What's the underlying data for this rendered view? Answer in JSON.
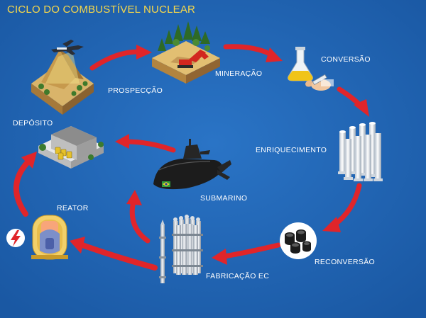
{
  "diagram": {
    "title": "CICLO DO COMBUSTÍVEL NUCLEAR",
    "stages": {
      "prospeccao": "PROSPECÇÃO",
      "mineracao": "MINERAÇÃO",
      "conversao": "CONVERSÃO",
      "enriquecimento": "ENRIQUECIMENTO",
      "reconversao": "RECONVERSÃO",
      "fabricacao": "FABRICAÇÃO  EC",
      "submarino": "SUBMARINO",
      "reator": "REATOR",
      "deposito": "DEPÓSITO"
    }
  },
  "colors": {
    "background": "#1f63b3",
    "arrow": "#e0252a",
    "title": "#f7d84a",
    "label": "#ffffff"
  },
  "icons": {
    "prospeccao": "mountain-with-airplane-icon",
    "mineracao": "mining-excavator-icon",
    "conversao": "chemistry-flask-icon",
    "enriquecimento": "centrifuge-cylinders-icon",
    "reconversao": "pellet-drums-icon",
    "fabricacao": "fuel-rod-assembly-icon",
    "submarino": "submarine-icon",
    "reator": "reactor-vessel-icon",
    "deposito": "storage-warehouse-icon"
  }
}
